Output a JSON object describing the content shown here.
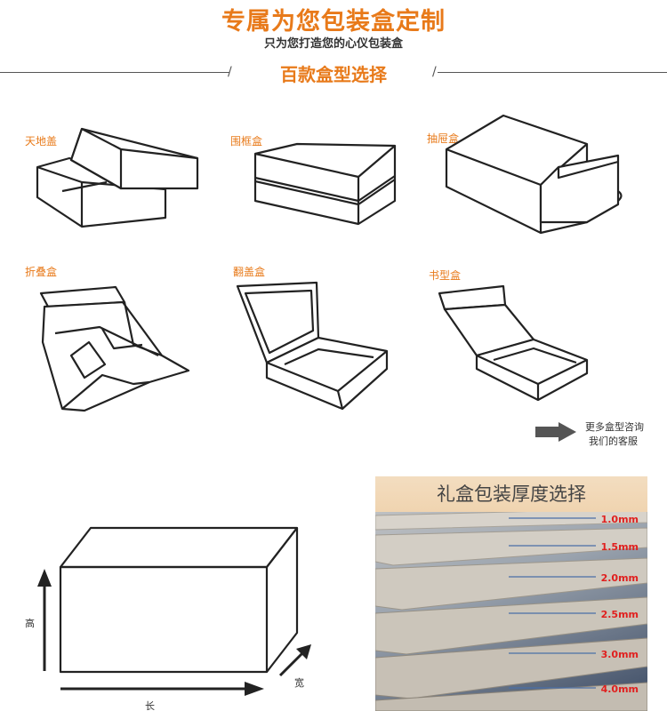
{
  "header": {
    "title": "专属为您包装盒定制",
    "subtitle": "只为您打造您的心仪包装盒"
  },
  "section": {
    "title": "百款盒型选择"
  },
  "box_types": [
    {
      "label": "天地盖"
    },
    {
      "label": "围框盒"
    },
    {
      "label": "抽屉盒"
    },
    {
      "label": "折叠盒"
    },
    {
      "label": "翻盖盒"
    },
    {
      "label": "书型盒"
    }
  ],
  "more": {
    "line1": "更多盒型咨询",
    "line2": "我们的客服"
  },
  "dimensions": {
    "height": "高",
    "length": "长",
    "width": "宽"
  },
  "thickness": {
    "title": "礼盒包装厚度选择",
    "options": [
      "1.0mm",
      "1.5mm",
      "2.0mm",
      "2.5mm",
      "3.0mm",
      "4.0mm"
    ]
  },
  "colors": {
    "accent": "#e87a1a",
    "thickness_label": "#e0201f"
  }
}
